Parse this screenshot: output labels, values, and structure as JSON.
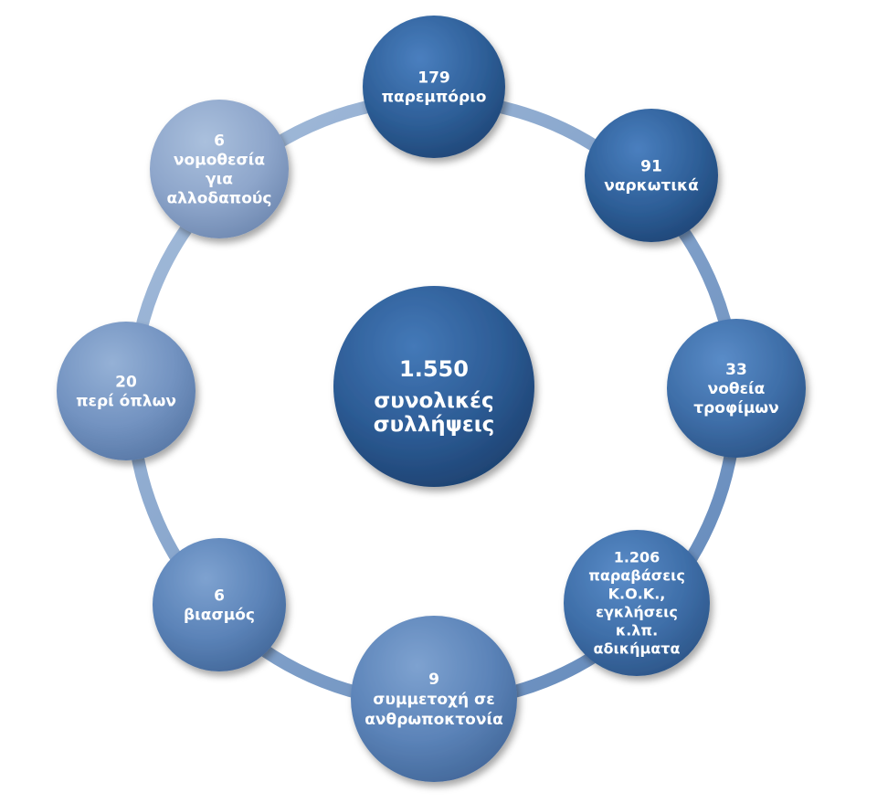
{
  "center": {
    "lines": [
      "1.550",
      "συνολικές",
      "συλλήψεις"
    ]
  },
  "nodes": [
    {
      "id": "smuggling",
      "lines": [
        "179",
        "παρεμπόριο"
      ],
      "shade": "dark"
    },
    {
      "id": "narcotics",
      "lines": [
        "91",
        "ναρκωτικά"
      ],
      "shade": "dark"
    },
    {
      "id": "food-adulteration",
      "lines": [
        "33",
        "νοθεία",
        "τροφίμων"
      ],
      "shade": "mid"
    },
    {
      "id": "traffic-violations",
      "lines": [
        "1.206",
        "παραβάσεις",
        "Κ.Ο.Κ.,",
        "εγκλήσεις",
        "κ.λπ.",
        "αδικήματα"
      ],
      "shade": "mid"
    },
    {
      "id": "homicide",
      "lines": [
        "9",
        "συμμετοχή σε",
        "ανθρωποκτονία"
      ],
      "shade": "light"
    },
    {
      "id": "rape",
      "lines": [
        "6",
        "βιασμός"
      ],
      "shade": "light"
    },
    {
      "id": "weapons",
      "lines": [
        "20",
        "περί όπλων"
      ],
      "shade": "lighter"
    },
    {
      "id": "foreigners-law",
      "lines": [
        "6",
        "νομοθεσία",
        "για",
        "αλλοδαπούς"
      ],
      "shade": "lightest"
    }
  ],
  "colors": {
    "ring": "#7d9ec4",
    "dark": "#2e5f98",
    "mid": "#3e6ea8",
    "light": "#5b83b8",
    "lighter": "#7393c1",
    "lightest": "#8ea6cb",
    "center": "#2c5b94",
    "text": "#ffffff"
  }
}
